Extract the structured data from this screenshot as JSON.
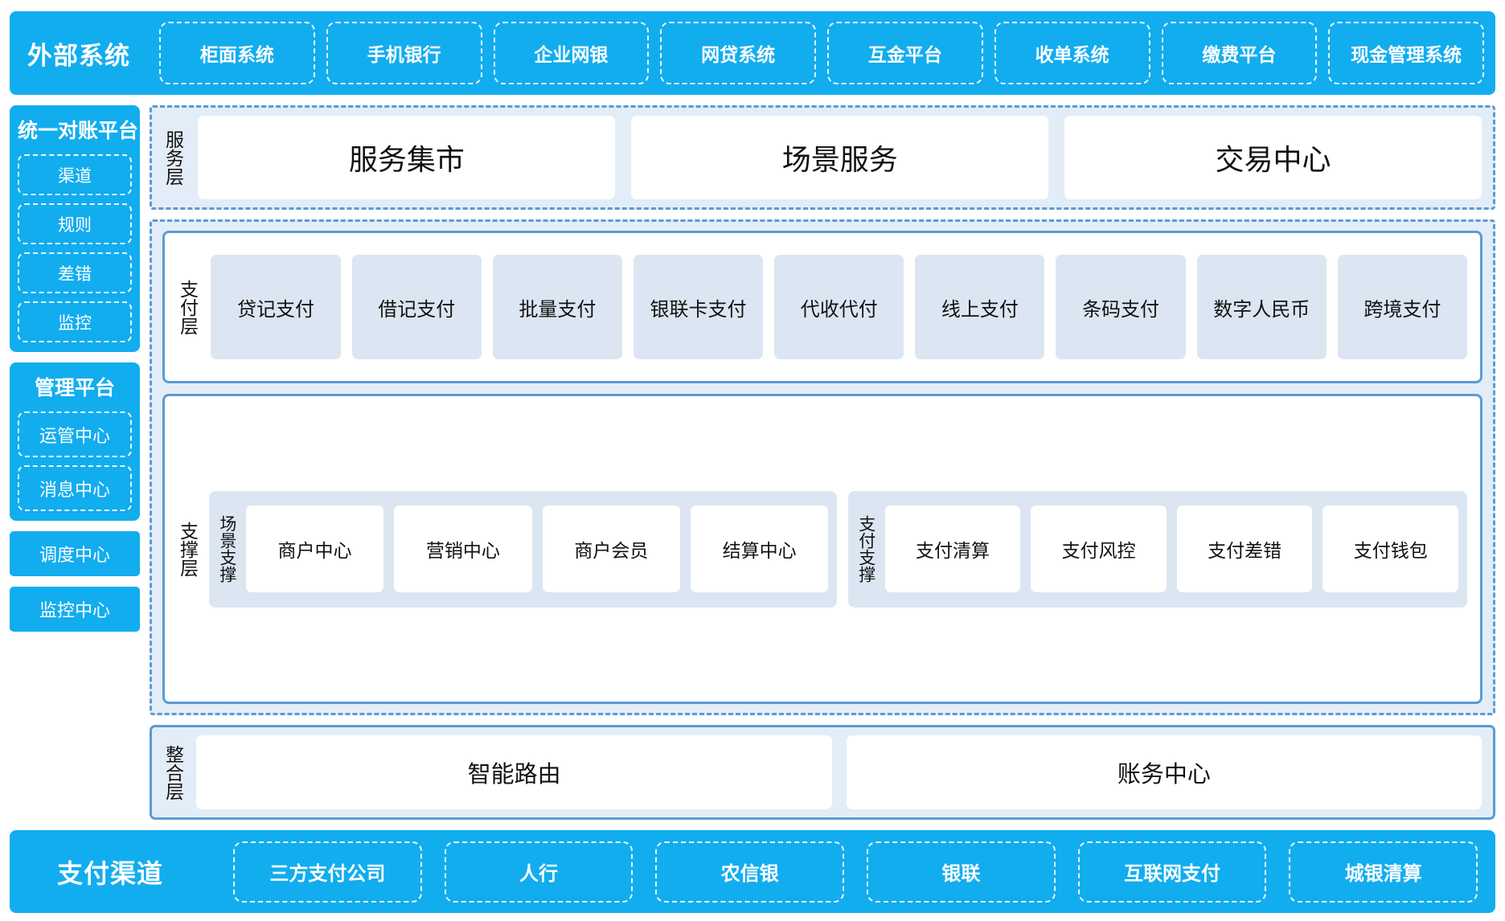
{
  "external": {
    "title": "外部系统",
    "items": [
      "柜面系统",
      "手机银行",
      "企业网银",
      "网贷系统",
      "互金平台",
      "收单系统",
      "缴费平台",
      "现金管理系统"
    ]
  },
  "sidebar": {
    "recon": {
      "title": "统一对账平台",
      "items": [
        "渠道",
        "规则",
        "差错",
        "监控"
      ]
    },
    "manage": {
      "title": "管理平台",
      "items": [
        "运管中心",
        "消息中心"
      ]
    },
    "standalone": [
      "调度中心",
      "监控中心"
    ]
  },
  "service_layer": {
    "label": "服务层",
    "items": [
      "服务集市",
      "场景服务",
      "交易中心"
    ]
  },
  "payment_layer": {
    "label": "支付层",
    "items": [
      "贷记支付",
      "借记支付",
      "批量支付",
      "银联卡支付",
      "代收代付",
      "线上支付",
      "条码支付",
      "数字人民币",
      "跨境支付"
    ]
  },
  "support_layer": {
    "label": "支撑层",
    "groups": [
      {
        "label": "场景支撑",
        "items": [
          "商户中心",
          "营销中心",
          "商户会员",
          "结算中心"
        ]
      },
      {
        "label": "支付支撑",
        "items": [
          "支付清算",
          "支付风控",
          "支付差错",
          "支付钱包"
        ]
      }
    ]
  },
  "integration_layer": {
    "label": "整合层",
    "items": [
      "智能路由",
      "账务中心"
    ]
  },
  "channel": {
    "title": "支付渠道",
    "items": [
      "三方支付公司",
      "人行",
      "农信银",
      "银联",
      "互联网支付",
      "城银清算"
    ]
  },
  "colors": {
    "brand_blue": "#12ADEF",
    "layer_border": "#5B9BD5",
    "layer_bg": "#E3EDF7",
    "card_blue": "#DCE6F2",
    "card_white": "#FFFFFF"
  }
}
